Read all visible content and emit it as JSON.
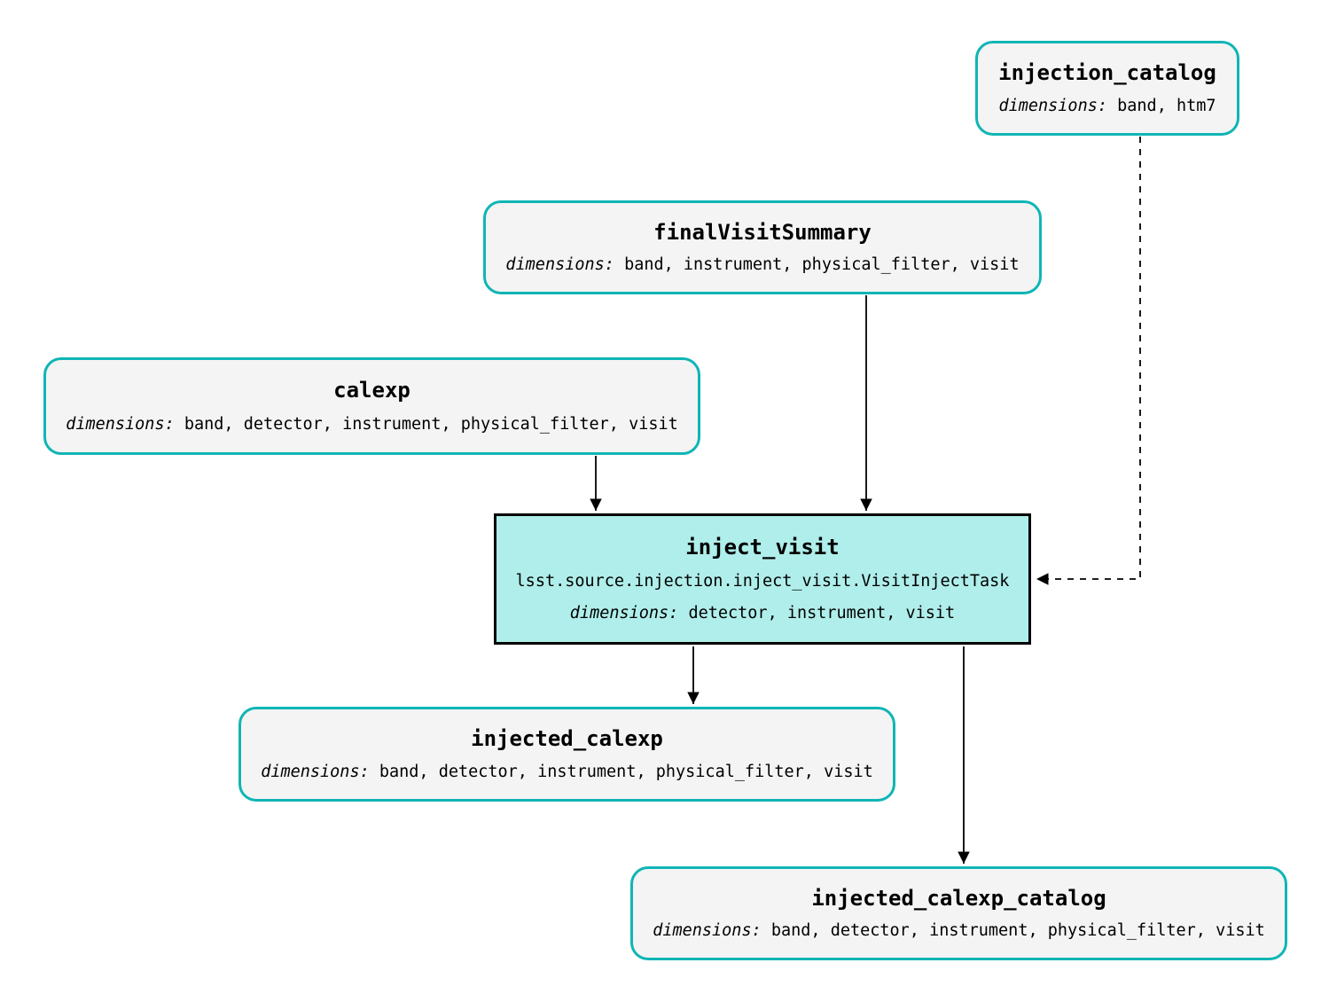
{
  "diagram": {
    "type": "pipeline-task-graph",
    "colors": {
      "dataset_border": "#10b5b5",
      "dataset_fill": "#f4f4f4",
      "task_fill": "#afeeea",
      "task_border": "#000000",
      "edge": "#000000",
      "background": "#ffffff"
    },
    "nodes": {
      "injection_catalog": {
        "type": "dataset",
        "title": "injection_catalog",
        "dims_label": "dimensions:",
        "dims": "band, htm7"
      },
      "finalVisitSummary": {
        "type": "dataset",
        "title": "finalVisitSummary",
        "dims_label": "dimensions:",
        "dims": "band, instrument, physical_filter, visit"
      },
      "calexp": {
        "type": "dataset",
        "title": "calexp",
        "dims_label": "dimensions:",
        "dims": "band, detector, instrument, physical_filter, visit"
      },
      "inject_visit": {
        "type": "task",
        "title": "inject_visit",
        "task_class": "lsst.source.injection.inject_visit.VisitInjectTask",
        "dims_label": "dimensions:",
        "dims": "detector, instrument, visit"
      },
      "injected_calexp": {
        "type": "dataset",
        "title": "injected_calexp",
        "dims_label": "dimensions:",
        "dims": "band, detector, instrument, physical_filter, visit"
      },
      "injected_calexp_catalog": {
        "type": "dataset",
        "title": "injected_calexp_catalog",
        "dims_label": "dimensions:",
        "dims": "band, detector, instrument, physical_filter, visit"
      }
    },
    "edges": [
      {
        "from": "calexp",
        "to": "inject_visit",
        "style": "solid"
      },
      {
        "from": "finalVisitSummary",
        "to": "inject_visit",
        "style": "solid"
      },
      {
        "from": "injection_catalog",
        "to": "inject_visit",
        "style": "dashed"
      },
      {
        "from": "inject_visit",
        "to": "injected_calexp",
        "style": "solid"
      },
      {
        "from": "inject_visit",
        "to": "injected_calexp_catalog",
        "style": "solid"
      }
    ]
  }
}
